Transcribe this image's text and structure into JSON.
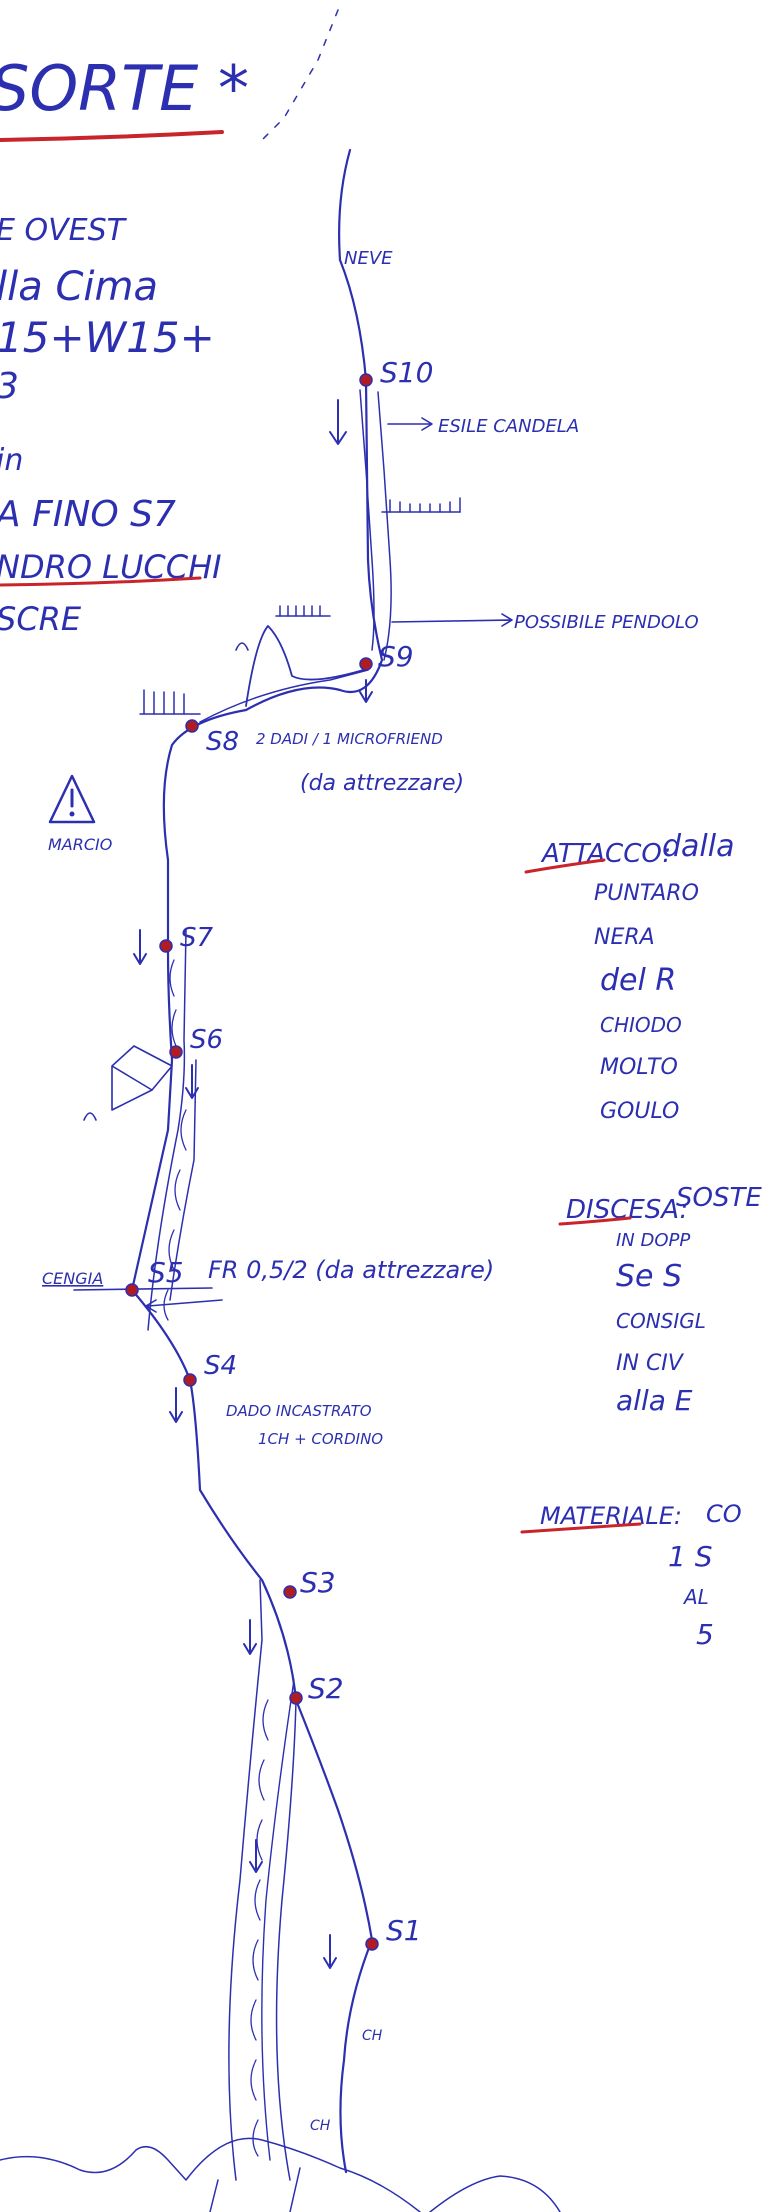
{
  "title": "SORTE *",
  "header_notes": [
    "E OVEST",
    "lla Cima",
    "15+W15+",
    "3",
    "in",
    "A FINO S7",
    "NDRO LUCCHI",
    "SCRE"
  ],
  "warning": {
    "icon": "warning-triangle-icon",
    "label": "MARCIO"
  },
  "snow_label": "NEVE",
  "belays": [
    {
      "id": "S10",
      "note": ""
    },
    {
      "id": "S9",
      "note": ""
    },
    {
      "id": "S8",
      "note": "2 DADI / 1 MICROFRIEND",
      "note2": "(da attrezzare)"
    },
    {
      "id": "S7",
      "note": ""
    },
    {
      "id": "S6",
      "note": ""
    },
    {
      "id": "S5",
      "note": "FR 0,5/2 (da attrezzare)"
    },
    {
      "id": "S4",
      "note": "DADO INCASTRATO",
      "note2": "1CH + CORDINO"
    },
    {
      "id": "S3",
      "note": ""
    },
    {
      "id": "S2",
      "note": ""
    },
    {
      "id": "S1",
      "note": ""
    }
  ],
  "annotations": {
    "candela": "ESILE CANDELA",
    "pendolo": "POSSIBILE PENDOLO",
    "cengia": "CENGIA",
    "ch_upper": "CH",
    "ch_lower": "CH"
  },
  "sections": {
    "attacco": {
      "heading": "ATTACCO:",
      "lines": [
        "dalla",
        "PUNTARO",
        "NERA",
        "del R",
        "CHIODO",
        "MOLTO",
        "GOULO"
      ]
    },
    "discesa": {
      "heading": "DISCESA:",
      "lines": [
        "SOSTE",
        "IN DOPP",
        "Se S",
        "CONSIGL",
        "IN CIV",
        "alla E"
      ]
    },
    "materiale": {
      "heading": "MATERIALE:",
      "lines": [
        "CO",
        "1 S",
        "AL",
        "5"
      ]
    }
  },
  "colors": {
    "ink": "#2b2fb0",
    "accent_red": "#c8242a",
    "belay_dot": "#b01c22",
    "rock": "#3a3ea8"
  }
}
